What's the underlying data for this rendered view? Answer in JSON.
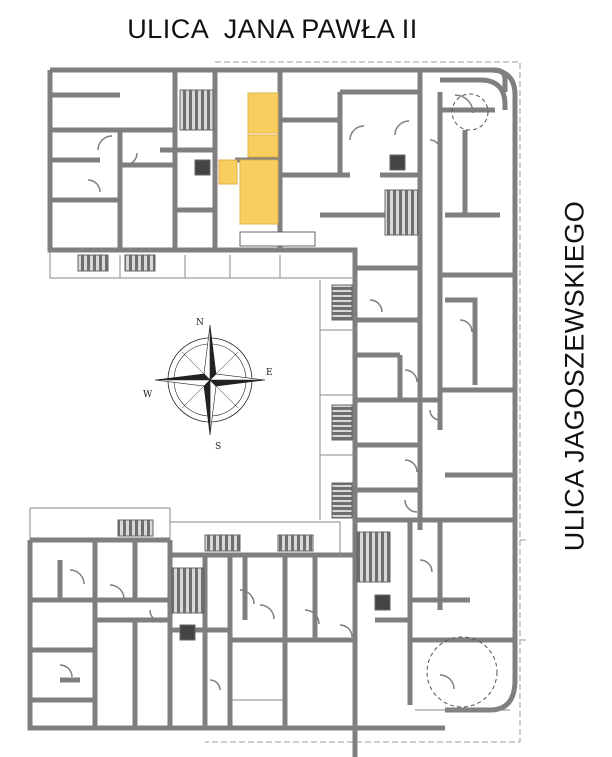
{
  "streets": {
    "top": "ULICA  JANA PAWŁA II",
    "right": "ULICA  JAGOSZEWSKIEGO"
  },
  "compass": {
    "n": "N",
    "s": "S",
    "e": "E",
    "w": "W"
  },
  "colors": {
    "wall": "#7f7f7f",
    "highlight": "#f9cd5e",
    "stair": "#6f6f6f",
    "outline": "#8a8a8a",
    "dashed": "#9a9a9a"
  },
  "highlighted_units": 1
}
